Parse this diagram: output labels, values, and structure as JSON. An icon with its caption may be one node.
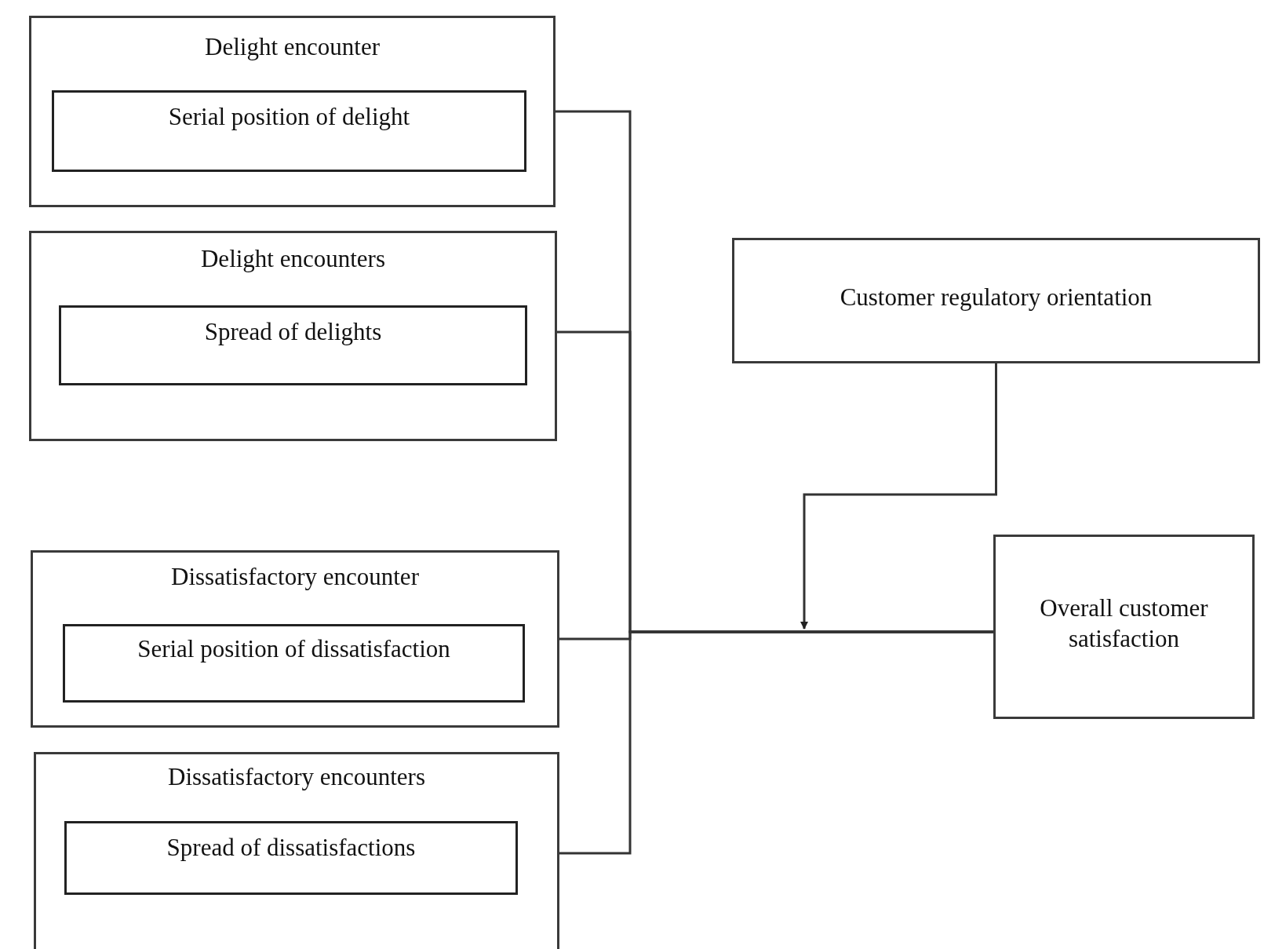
{
  "diagram": {
    "nodes": [
      {
        "text": [
          "Delight encounter"
        ]
      },
      {
        "text": [
          "Serial position of delight"
        ],
        "in": 0
      },
      {
        "text": [
          "Delight encounters"
        ]
      },
      {
        "text": [
          "Spread of delights"
        ],
        "in": 2
      },
      {
        "text": [
          "Dissatisfactory encounter"
        ]
      },
      {
        "text": [
          "Serial position of dissatisfaction"
        ],
        "in": 4
      },
      {
        "text": [
          "Dissatisfactory encounters"
        ]
      },
      {
        "text": [
          "Spread of dissatisfactions"
        ],
        "in": 6
      },
      {
        "text": [
          "Customer regulatory orientation"
        ]
      },
      {
        "text": [
          "Overall customer satisfaction"
        ]
      }
    ],
    "edges": [
      {
        "from": 0,
        "to": 9,
        "arrow": "none"
      },
      {
        "from": 2,
        "to": 9,
        "arrow": "none"
      },
      {
        "from": 4,
        "to": 9,
        "arrow": "none"
      },
      {
        "from": 6,
        "to": 9,
        "arrow": "none"
      },
      {
        "from": 8,
        "to": null,
        "arrow": "to"
      }
    ]
  }
}
